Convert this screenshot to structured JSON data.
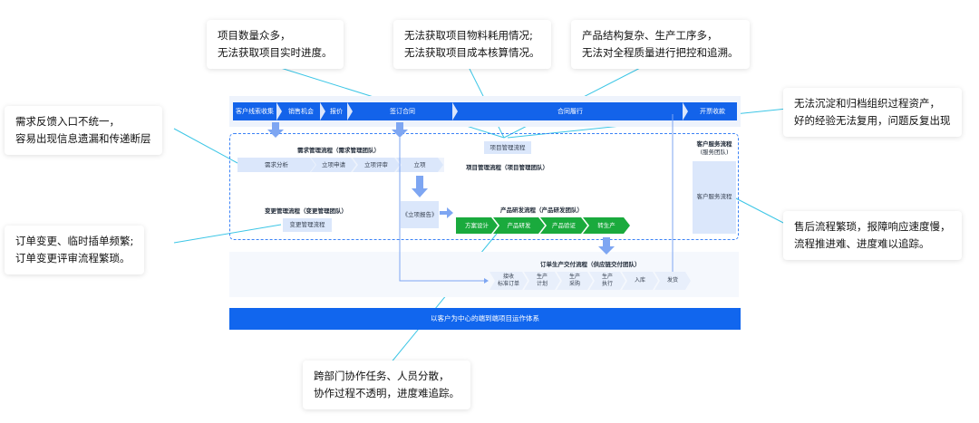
{
  "callouts": {
    "top1": [
      "项目数量众多，",
      "无法获取项目实时进度。"
    ],
    "top2": [
      "无法获取项目物料耗用情况;",
      "无法获取项目成本核算情况。"
    ],
    "top3": [
      "产品结构复杂、生产工序多，",
      "无法对全程质量进行把控和追溯。"
    ],
    "right1": [
      "无法沉淀和归档组织过程资产，",
      "好的经验无法复用，问题反复出现"
    ],
    "left1": [
      "需求反馈入口不统一，",
      "容易出现信息遗漏和传递断层"
    ],
    "left2": [
      "订单变更、临时插单频繁;",
      "订单变更评审流程繁琐。"
    ],
    "right2": [
      "售后流程繁琐，报障响应速度慢，",
      "流程推进难、进度难以追踪。"
    ],
    "bottom": [
      "跨部门协作任务、人员分散，",
      "协作过程不透明，进度难追踪。"
    ]
  },
  "stages": [
    "客户线索收集",
    "销售机会",
    "报价",
    "签订合同",
    "合同履行",
    "开票收款"
  ],
  "demand": {
    "title": "需求管理流程（需求管理团队）",
    "steps": [
      "需求分析",
      "立项申请",
      "立项评审",
      "立项"
    ]
  },
  "project": {
    "box": "项目管理流程",
    "title": "项目管理流程（项目管理团队）",
    "report": "《立项报告》"
  },
  "service": {
    "title": [
      "客户服务流程",
      "(服务团队)"
    ],
    "box": "客户服务流程"
  },
  "change": {
    "title": "变更管理流程（变更管理团队）",
    "box": "变更管理流程"
  },
  "rd": {
    "title": "产品研发流程（产品研发团队）",
    "steps": [
      "方案设计",
      "产品研发",
      "产品验证",
      "转生产"
    ]
  },
  "order": {
    "title": "订单生产交付流程（供应链交付团队）",
    "steps": [
      [
        "接收",
        "标准订单"
      ],
      [
        "生产",
        "计划"
      ],
      [
        "生产",
        "采购"
      ],
      [
        "生产",
        "执行"
      ],
      [
        "入库"
      ],
      [
        "发货"
      ]
    ]
  },
  "bottom_bar": "以客户为中心的端到端项目运作体系",
  "colors": {
    "primary": "#1363ea",
    "green": "#1aaa3d",
    "pale_blue": "#dbe7fb",
    "callout_line": "#3cc6e6"
  }
}
